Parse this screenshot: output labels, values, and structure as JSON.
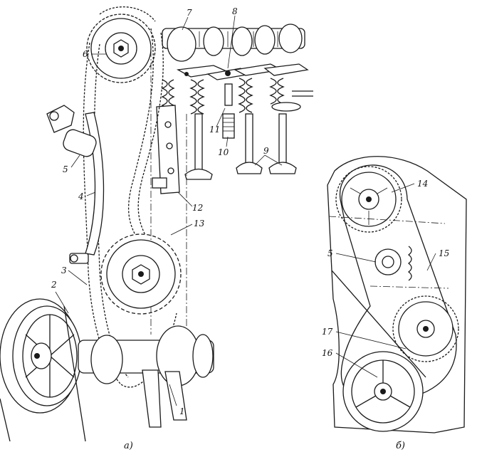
{
  "figure": {
    "panel_a_label": "а)",
    "panel_b_label": "б)"
  },
  "labels_a": [
    {
      "id": "1",
      "text": "1"
    },
    {
      "id": "2",
      "text": "2"
    },
    {
      "id": "3",
      "text": "3"
    },
    {
      "id": "4",
      "text": "4"
    },
    {
      "id": "5",
      "text": "5"
    },
    {
      "id": "6",
      "text": "6"
    },
    {
      "id": "7",
      "text": "7"
    },
    {
      "id": "8",
      "text": "8"
    },
    {
      "id": "9",
      "text": "9"
    },
    {
      "id": "10",
      "text": "10"
    },
    {
      "id": "11",
      "text": "11"
    },
    {
      "id": "12",
      "text": "12"
    },
    {
      "id": "13",
      "text": "13"
    }
  ],
  "labels_b": [
    {
      "id": "14",
      "text": "14"
    },
    {
      "id": "5",
      "text": "5"
    },
    {
      "id": "15",
      "text": "15"
    },
    {
      "id": "17",
      "text": "17"
    },
    {
      "id": "16",
      "text": "16"
    }
  ]
}
